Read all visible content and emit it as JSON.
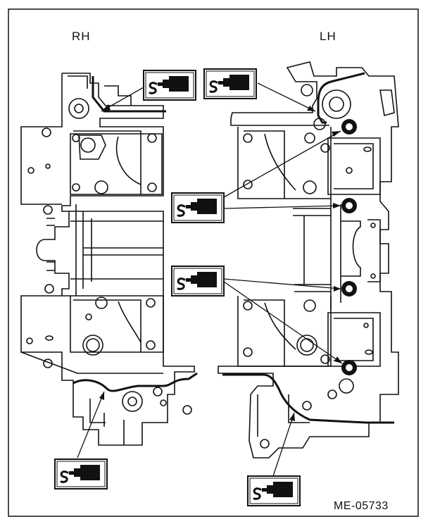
{
  "labels": {
    "rh": "RH",
    "lh": "LH",
    "figure_code": "ME-05733"
  },
  "callouts": [
    {
      "icon": "sealant-bottle-icon",
      "side": "RH",
      "position": "upper"
    },
    {
      "icon": "sealant-bottle-icon",
      "side": "LH",
      "position": "upper"
    },
    {
      "icon": "sealant-bottle-icon",
      "side": "LH",
      "position": "middle-upper"
    },
    {
      "icon": "sealant-bottle-icon",
      "side": "LH",
      "position": "middle-lower"
    },
    {
      "icon": "sealant-bottle-icon",
      "side": "RH",
      "position": "lower"
    },
    {
      "icon": "sealant-bottle-icon",
      "side": "LH",
      "position": "lower"
    }
  ],
  "colors": {
    "line": "#111111",
    "background": "#ffffff",
    "sealant": "#111111"
  }
}
